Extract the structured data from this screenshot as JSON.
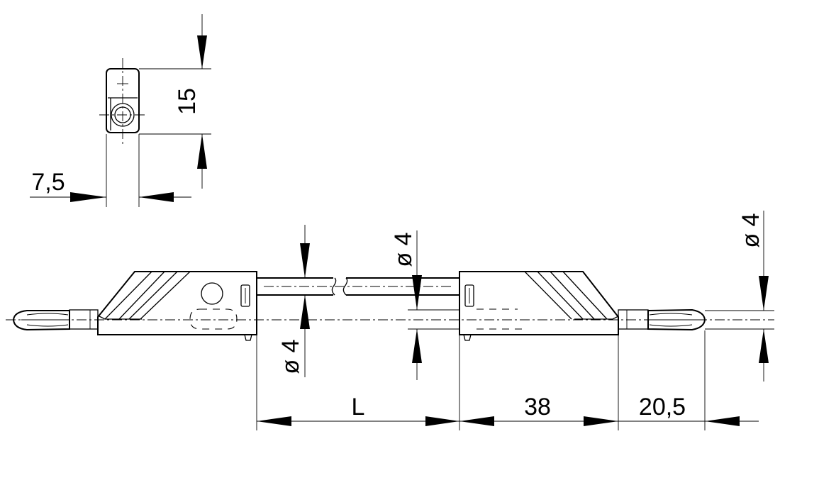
{
  "labels": {
    "height": "15",
    "width": "7,5",
    "diameter_top_left": "ø 4",
    "diameter_bottom_left": "ø 4",
    "diameter_right": "ø 4",
    "length": "L",
    "body_length": "38",
    "tip_length": "20,5"
  }
}
